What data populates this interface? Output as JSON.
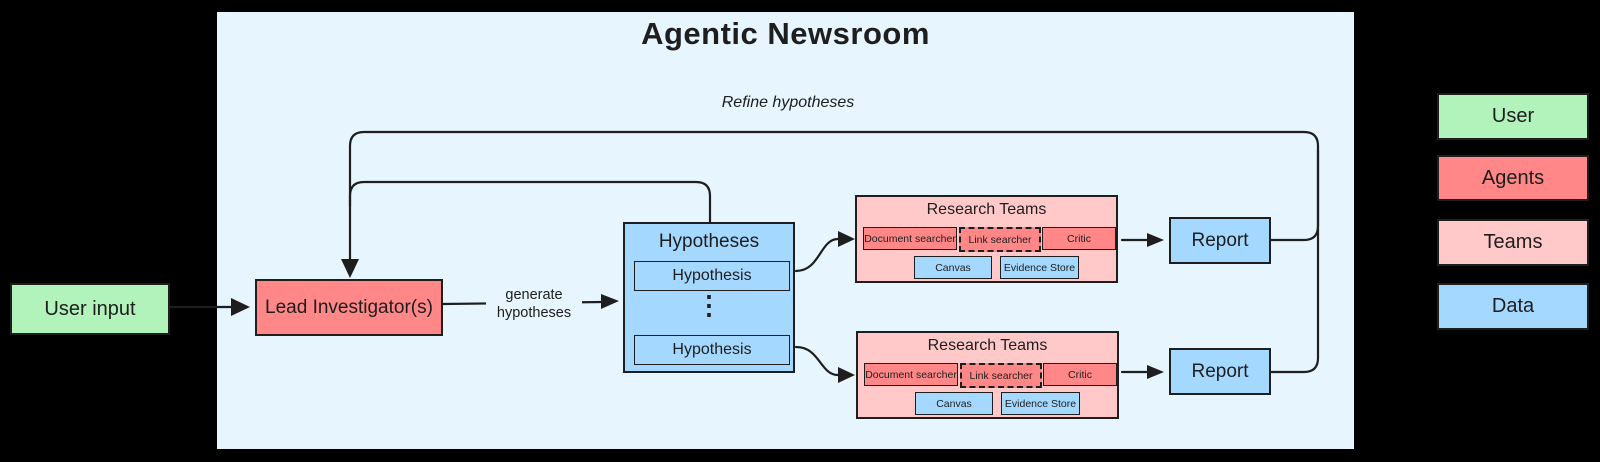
{
  "title": "Agentic Newsroom",
  "annotations": {
    "refine": "Refine hypotheses",
    "generate_line1": "generate",
    "generate_line2": "hypotheses"
  },
  "nodes": {
    "user_input": {
      "label": "User input"
    },
    "lead_investigator": {
      "label": "Lead Investigator(s)"
    },
    "hypotheses": {
      "title": "Hypotheses",
      "items": [
        "Hypothesis",
        "Hypothesis"
      ],
      "ellipsis": "⋮"
    },
    "reports": [
      {
        "label": "Report"
      },
      {
        "label": "Report"
      }
    ]
  },
  "research_teams": [
    {
      "title": "Research Teams",
      "agents": [
        "Document searcher",
        "Link searcher",
        "Critic"
      ],
      "data_stores": [
        "Canvas",
        "Evidence Store"
      ]
    },
    {
      "title": "Research Teams",
      "agents": [
        "Document searcher",
        "Link searcher",
        "Critic"
      ],
      "data_stores": [
        "Canvas",
        "Evidence Store"
      ]
    }
  ],
  "legend": {
    "items": [
      {
        "label": "User",
        "color": "#b2f2bb"
      },
      {
        "label": "Agents",
        "color": "#ff8787"
      },
      {
        "label": "Teams",
        "color": "#ffc9c9"
      },
      {
        "label": "Data",
        "color": "#a5d8ff"
      }
    ]
  },
  "colors": {
    "canvas_background": "#000000",
    "panel_background": "#e7f5ff",
    "user_fill": "#b2f2bb",
    "agent_fill": "#ff8787",
    "team_fill": "#ffc9c9",
    "data_fill": "#a5d8ff",
    "stroke": "#1e1e1e"
  }
}
